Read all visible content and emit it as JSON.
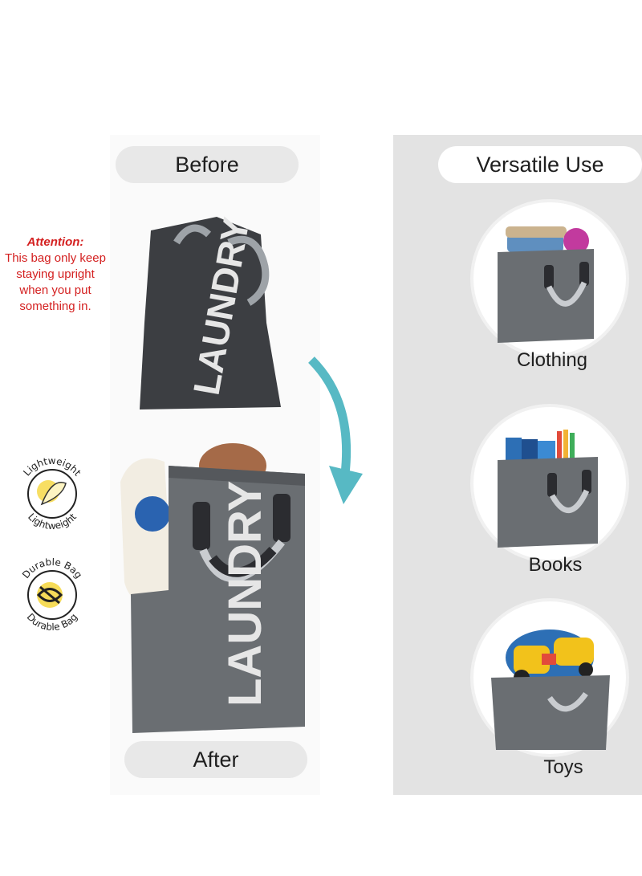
{
  "left": {
    "before_label": "Before",
    "after_label": "After",
    "bag_text": "LAUNDRY",
    "attention_title": "Attention:",
    "attention_lines": [
      "This bag only keep",
      "staying upright",
      "when you put",
      "something in."
    ]
  },
  "badges": {
    "lightweight": "Lightweight",
    "durable": "Durable Bag"
  },
  "right": {
    "title": "Versatile Use",
    "categories": [
      "Clothing",
      "Books",
      "Toys"
    ]
  },
  "colors": {
    "attention": "#d42020",
    "bag_gray": "#6a6e72",
    "bag_dark": "#3c3e42",
    "arrow": "#57b9c4",
    "badge_yellow": "#f5d63c"
  }
}
